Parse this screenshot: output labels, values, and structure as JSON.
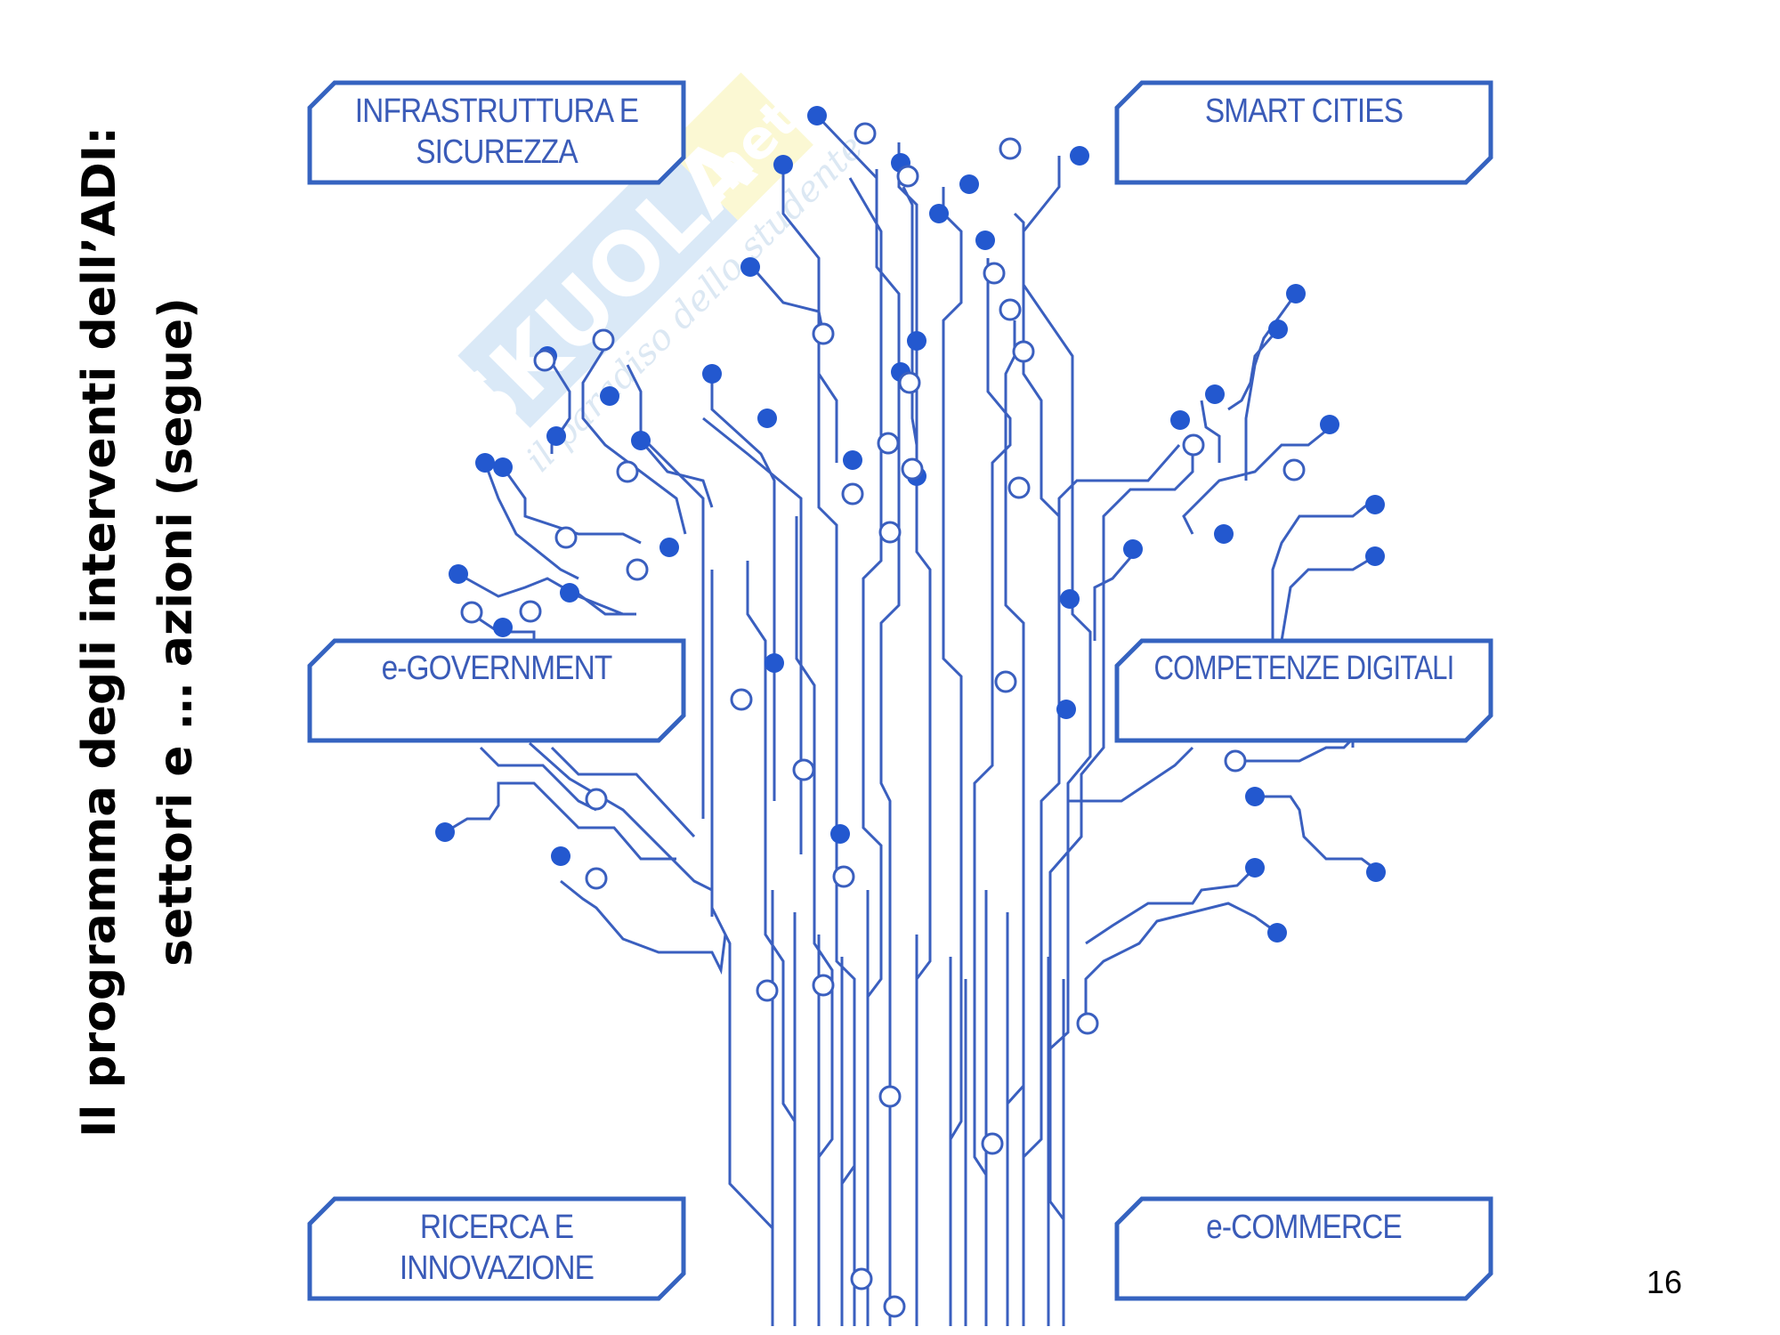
{
  "slide": {
    "title_line1": "Il programma degli interventi dell’ADI:",
    "title_line2": "settori e … azioni (segue)",
    "page_number": "16"
  },
  "sectors": [
    {
      "id": "infrastruttura",
      "line1": "INFRASTRUTTURA E",
      "line2": "SICUREZZA"
    },
    {
      "id": "smart-cities",
      "line1": "SMART CITIES",
      "line2": ""
    },
    {
      "id": "e-government",
      "line1": "e-GOVERNMENT",
      "line2": ""
    },
    {
      "id": "competenze-digitali",
      "line1": "COMPETENZE DIGITALI",
      "line2": ""
    },
    {
      "id": "ricerca",
      "line1": "RICERCA E",
      "line2": "INNOVAZIONE"
    },
    {
      "id": "e-commerce",
      "line1": "e-COMMERCE",
      "line2": ""
    }
  ],
  "watermark": {
    "brand": "SKUOLA",
    "suffix": ".net",
    "tagline": "il paradiso dello studente"
  },
  "colors": {
    "trace": "#3a5fbf",
    "node": "#2358cf",
    "box_border": "#3563c0",
    "box_text": "#3a5bb8",
    "watermark_blue": "#cfe3f5",
    "watermark_yellow": "#fbf6c8"
  }
}
